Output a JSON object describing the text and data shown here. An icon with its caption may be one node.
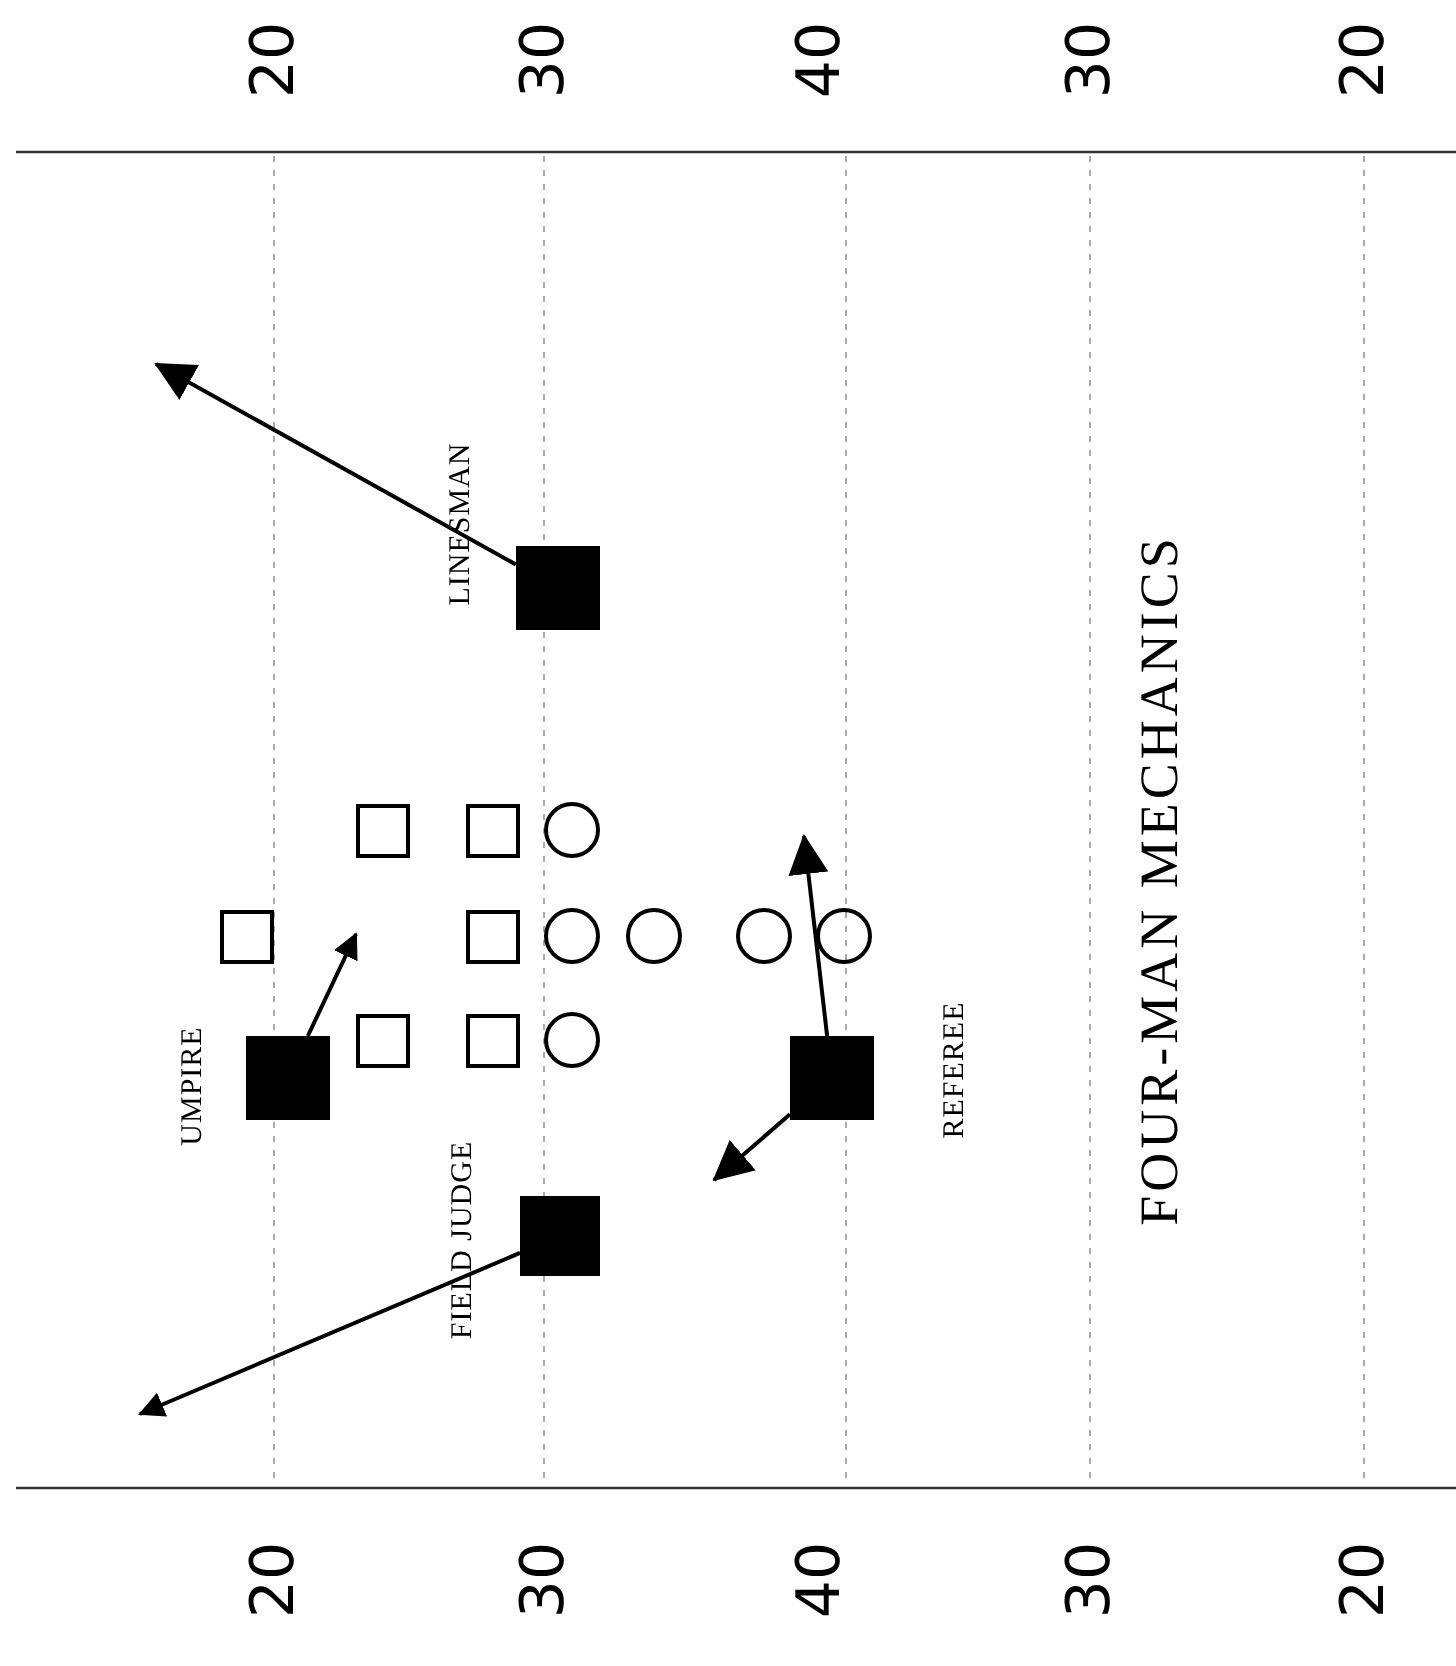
{
  "diagram": {
    "title": "FOUR-MAN MECHANICS",
    "nodes": [
      {
        "text": [],
        "shape": "box",
        "beside": [
          "LINESMAN"
        ]
      },
      {
        "text": [],
        "shape": "box"
      },
      {
        "text": [],
        "shape": "box"
      },
      {
        "text": [],
        "shape": "circle"
      },
      {
        "text": [],
        "shape": "box"
      },
      {
        "text": [],
        "shape": "box"
      },
      {
        "text": [],
        "shape": "circle"
      },
      {
        "text": [],
        "shape": "circle"
      },
      {
        "text": [],
        "shape": "circle"
      },
      {
        "text": [],
        "shape": "circle"
      },
      {
        "text": [],
        "shape": "box",
        "beside": [
          "UMPIRE"
        ]
      },
      {
        "text": [],
        "shape": "box"
      },
      {
        "text": [],
        "shape": "box"
      },
      {
        "text": [],
        "shape": "circle"
      },
      {
        "text": [],
        "shape": "box",
        "beside": [
          "REFEREE"
        ]
      },
      {
        "text": [],
        "shape": "box",
        "beside": [
          "FIELD JUDGE"
        ]
      }
    ],
    "edges": [
      {
        "from": 0,
        "to": null,
        "arrow": "to"
      },
      {
        "from": 10,
        "to": null,
        "arrow": "to"
      },
      {
        "from": 14,
        "to": null,
        "arrow": "to"
      },
      {
        "from": 14,
        "to": null,
        "arrow": "to"
      },
      {
        "from": 15,
        "to": null,
        "arrow": "to"
      }
    ],
    "labels": [
      "20",
      "30",
      "40",
      "30",
      "20",
      "20",
      "30",
      "40",
      "30",
      "20"
    ]
  }
}
